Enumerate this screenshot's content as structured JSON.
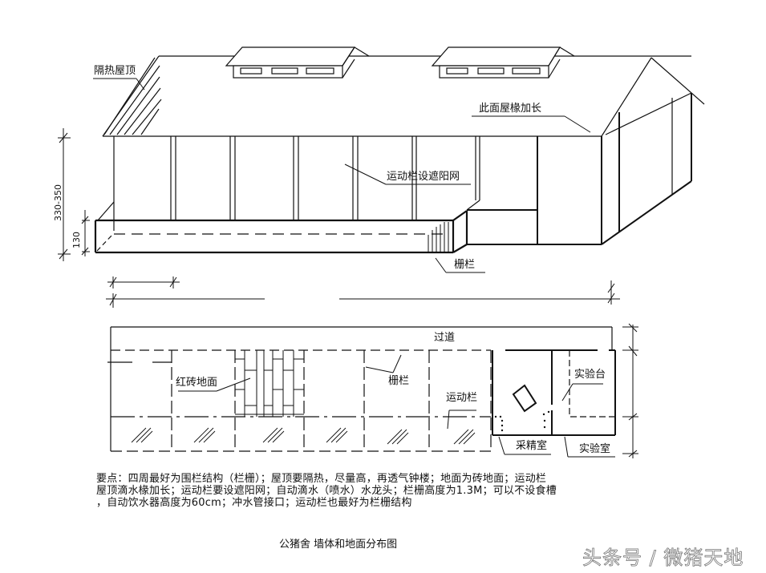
{
  "colors": {
    "line": "#111111",
    "background": "#ffffff",
    "watermark_outline": "#777777"
  },
  "elevation": {
    "labels": {
      "insulated_roof": "隔热屋顶",
      "extend_rafter": "此面屋椽加长",
      "sunshade_net": "运动栏设遮阳网",
      "fence": "栅栏"
    },
    "dimensions": {
      "total_height": "330-350",
      "fence_height": "130"
    }
  },
  "plan": {
    "labels": {
      "aisle": "过道",
      "red_brick_floor": "红砖地面",
      "fence": "栅栏",
      "exercise_pen": "运动栏",
      "lab_bench": "实验台",
      "semen_collection_room": "采精室",
      "laboratory": "实验室"
    }
  },
  "notes": {
    "line1": "要点：四周最好为围栏结构（栏栅）；屋顶要隔热，尽量高，再透气钟楼；地面为砖地面；运动栏",
    "line2": "屋顶滴水椽加长；运动栏要设遮阳网；自动滴水（喷水）水龙头；栏栅高度为1.3M；可以不设食槽",
    "line3": "，自动饮水器高度为60cm；冲水管接口；运动栏也最好为栏栅结构"
  },
  "caption": "公猪舍 墙体和地面分布图",
  "watermark": "头条号 / 微猪天地"
}
